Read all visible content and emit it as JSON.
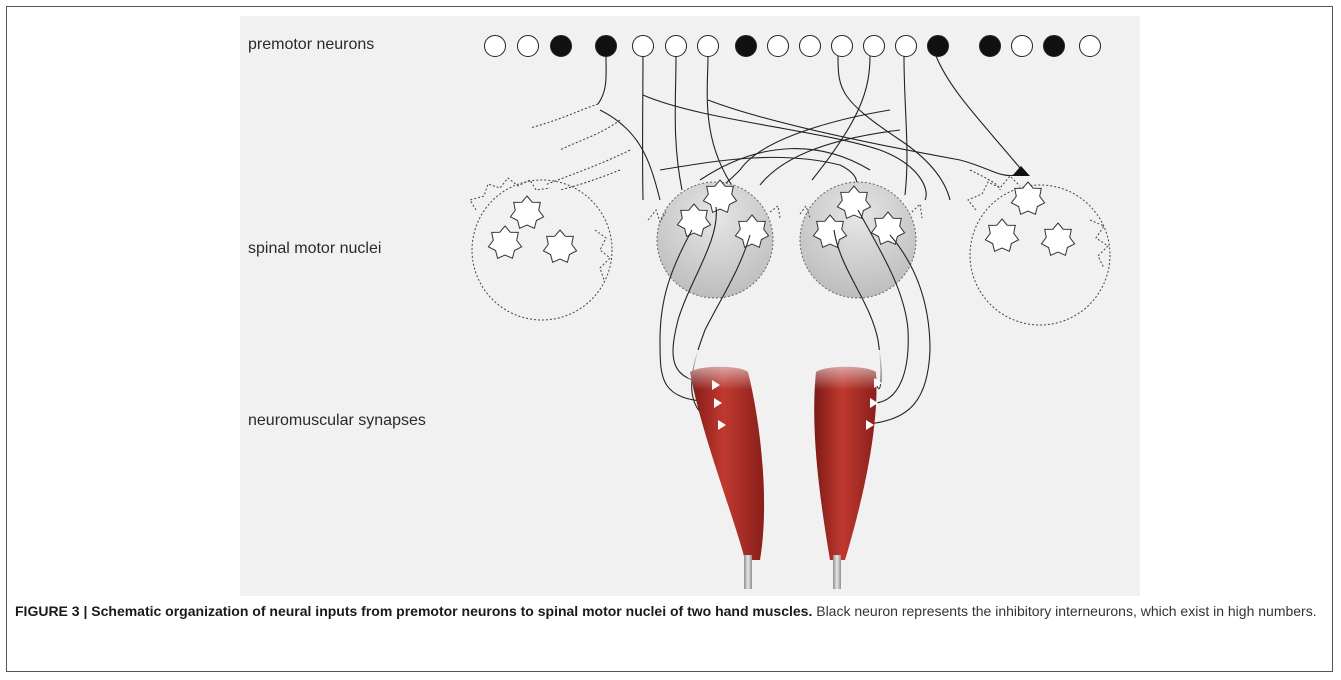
{
  "labels": {
    "premotor": "premotor neurons",
    "spinal": "spinal motor nuclei",
    "neuromuscular": "neuromuscular synapses"
  },
  "caption": {
    "bold": "FIGURE 3 | Schematic organization of neural inputs from premotor neurons to spinal motor nuclei of two hand muscles.",
    "text": " Black neuron represents the inhibitory interneurons, which exist in high numbers."
  },
  "premotor_neurons": [
    "open",
    "open",
    "filled",
    "filled",
    "open",
    "open",
    "open",
    "filled",
    "open",
    "open",
    "open",
    "open",
    "open",
    "filled",
    "filled",
    "open",
    "filled",
    "open"
  ],
  "colors": {
    "excitatory": "#ffffff",
    "inhibitory": "#111111",
    "muscle": "#b0302a",
    "nucleus_fill": "#c9c9c9"
  }
}
